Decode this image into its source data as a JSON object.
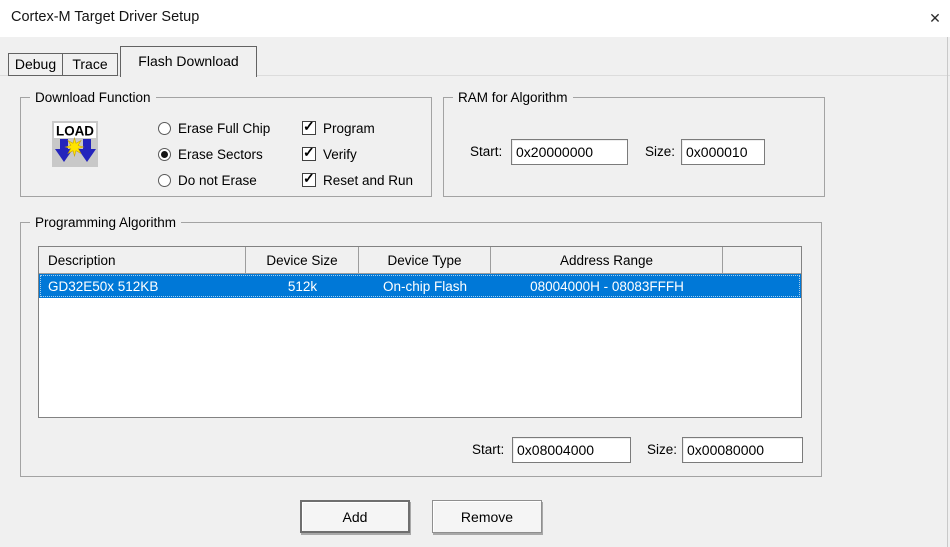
{
  "window": {
    "title": "Cortex-M Target Driver Setup"
  },
  "glyphs": {
    "close": "✕",
    "check": "✓",
    "load_text": "LOAD"
  },
  "tabs": [
    {
      "label": "Debug",
      "active": false
    },
    {
      "label": "Trace",
      "active": false
    },
    {
      "label": "Flash Download",
      "active": true
    }
  ],
  "download_function": {
    "legend": "Download Function",
    "radios": [
      {
        "label": "Erase Full Chip",
        "selected": false
      },
      {
        "label": "Erase Sectors",
        "selected": true
      },
      {
        "label": "Do not Erase",
        "selected": false
      }
    ],
    "checkboxes": [
      {
        "label": "Program",
        "checked": true
      },
      {
        "label": "Verify",
        "checked": true
      },
      {
        "label": "Reset and Run",
        "checked": true
      }
    ]
  },
  "ram_for_algorithm": {
    "legend": "RAM for Algorithm",
    "start_label": "Start:",
    "start_value": "0x20000000",
    "size_label": "Size:",
    "size_value": "0x000010"
  },
  "programming_algorithm": {
    "legend": "Programming Algorithm",
    "table": {
      "columns": [
        "Description",
        "Device Size",
        "Device Type",
        "Address Range",
        ""
      ],
      "rows": [
        {
          "description": "GD32E50x 512KB",
          "device_size": "512k",
          "device_type": "On-chip Flash",
          "address_range": "08004000H - 08083FFFH",
          "selected": true
        }
      ]
    },
    "start_label": "Start:",
    "start_value": "0x08004000",
    "size_label": "Size:",
    "size_value": "0x00080000"
  },
  "buttons": {
    "add": "Add",
    "remove": "Remove"
  },
  "colors": {
    "selection": "#0078d7",
    "dialog_bg": "#f0f0f0",
    "titlebar_bg": "#ffffff"
  }
}
